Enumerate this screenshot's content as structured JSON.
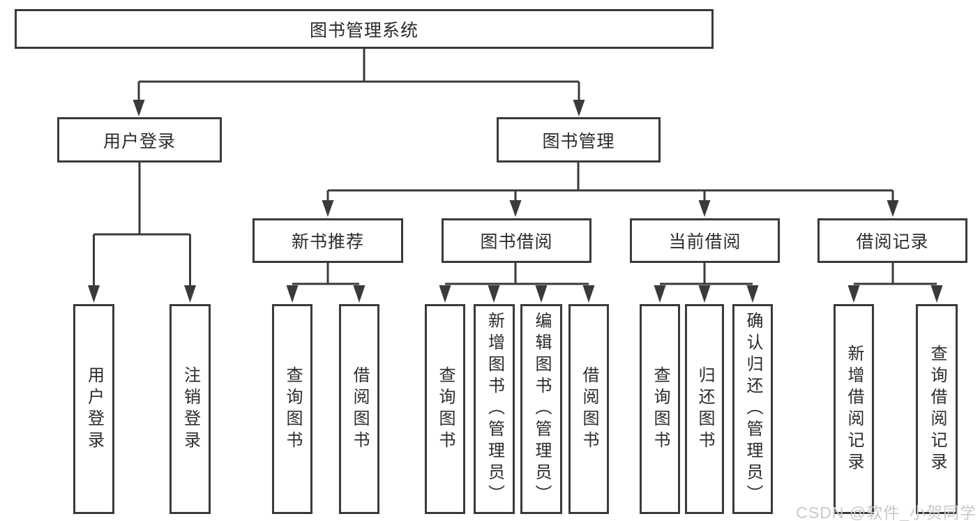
{
  "diagram": {
    "title": "图书管理系统",
    "nodes": {
      "root": "图书管理系统",
      "level2": [
        "用户登录",
        "图书管理"
      ],
      "level3": [
        "新书推荐",
        "图书借阅",
        "当前借阅",
        "借阅记录"
      ],
      "leaves": [
        "用户登录",
        "注销登录",
        "查询图书",
        "借阅图书",
        "查询图书",
        "新增图书（管理员）",
        "编辑图书（管理员）",
        "借阅图书",
        "查询图书",
        "归还图书",
        "确认归还（管理员）",
        "新增借阅记录",
        "查询借阅记录"
      ]
    },
    "colors": {
      "line": "#3a3a3a",
      "text": "#2b2b2b",
      "box_background": "#ffffff",
      "watermark": "#c9c9c9"
    }
  },
  "watermark": {
    "text": "CSDN @软件_小贺同学"
  }
}
